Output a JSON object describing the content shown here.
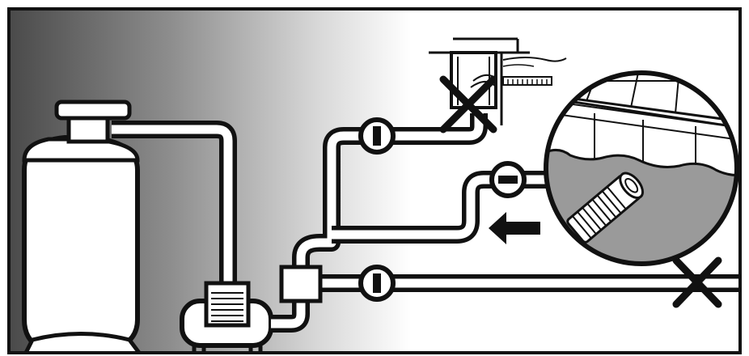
{
  "diagram": {
    "colors": {
      "frame": "#111111",
      "gradient_dark": "#4a4a4a",
      "gradient_mid": "#a9a9a9",
      "gradient_light": "#ffffff",
      "pipe_fill": "#ffffff",
      "water": "#9a9a9a",
      "x_mark": "#111111"
    },
    "components": {
      "filter_tank": "filter-tank",
      "pump": "pump",
      "multiport_valve": "valve-block",
      "skimmer": "skimmer",
      "main_drain_inset": "main-drain-inset"
    },
    "valves": [
      {
        "name": "skimmer-line-valve",
        "state": "open"
      },
      {
        "name": "main-drain-line-valve",
        "state": "closed"
      },
      {
        "name": "return-line-valve",
        "state": "open"
      }
    ],
    "markers": [
      {
        "name": "skimmer-blocked-x",
        "icon": "x-mark-icon"
      },
      {
        "name": "return-line-blocked-x",
        "icon": "x-mark-icon"
      }
    ],
    "flow_arrow": {
      "direction": "left",
      "icon": "arrow-left-icon"
    }
  }
}
